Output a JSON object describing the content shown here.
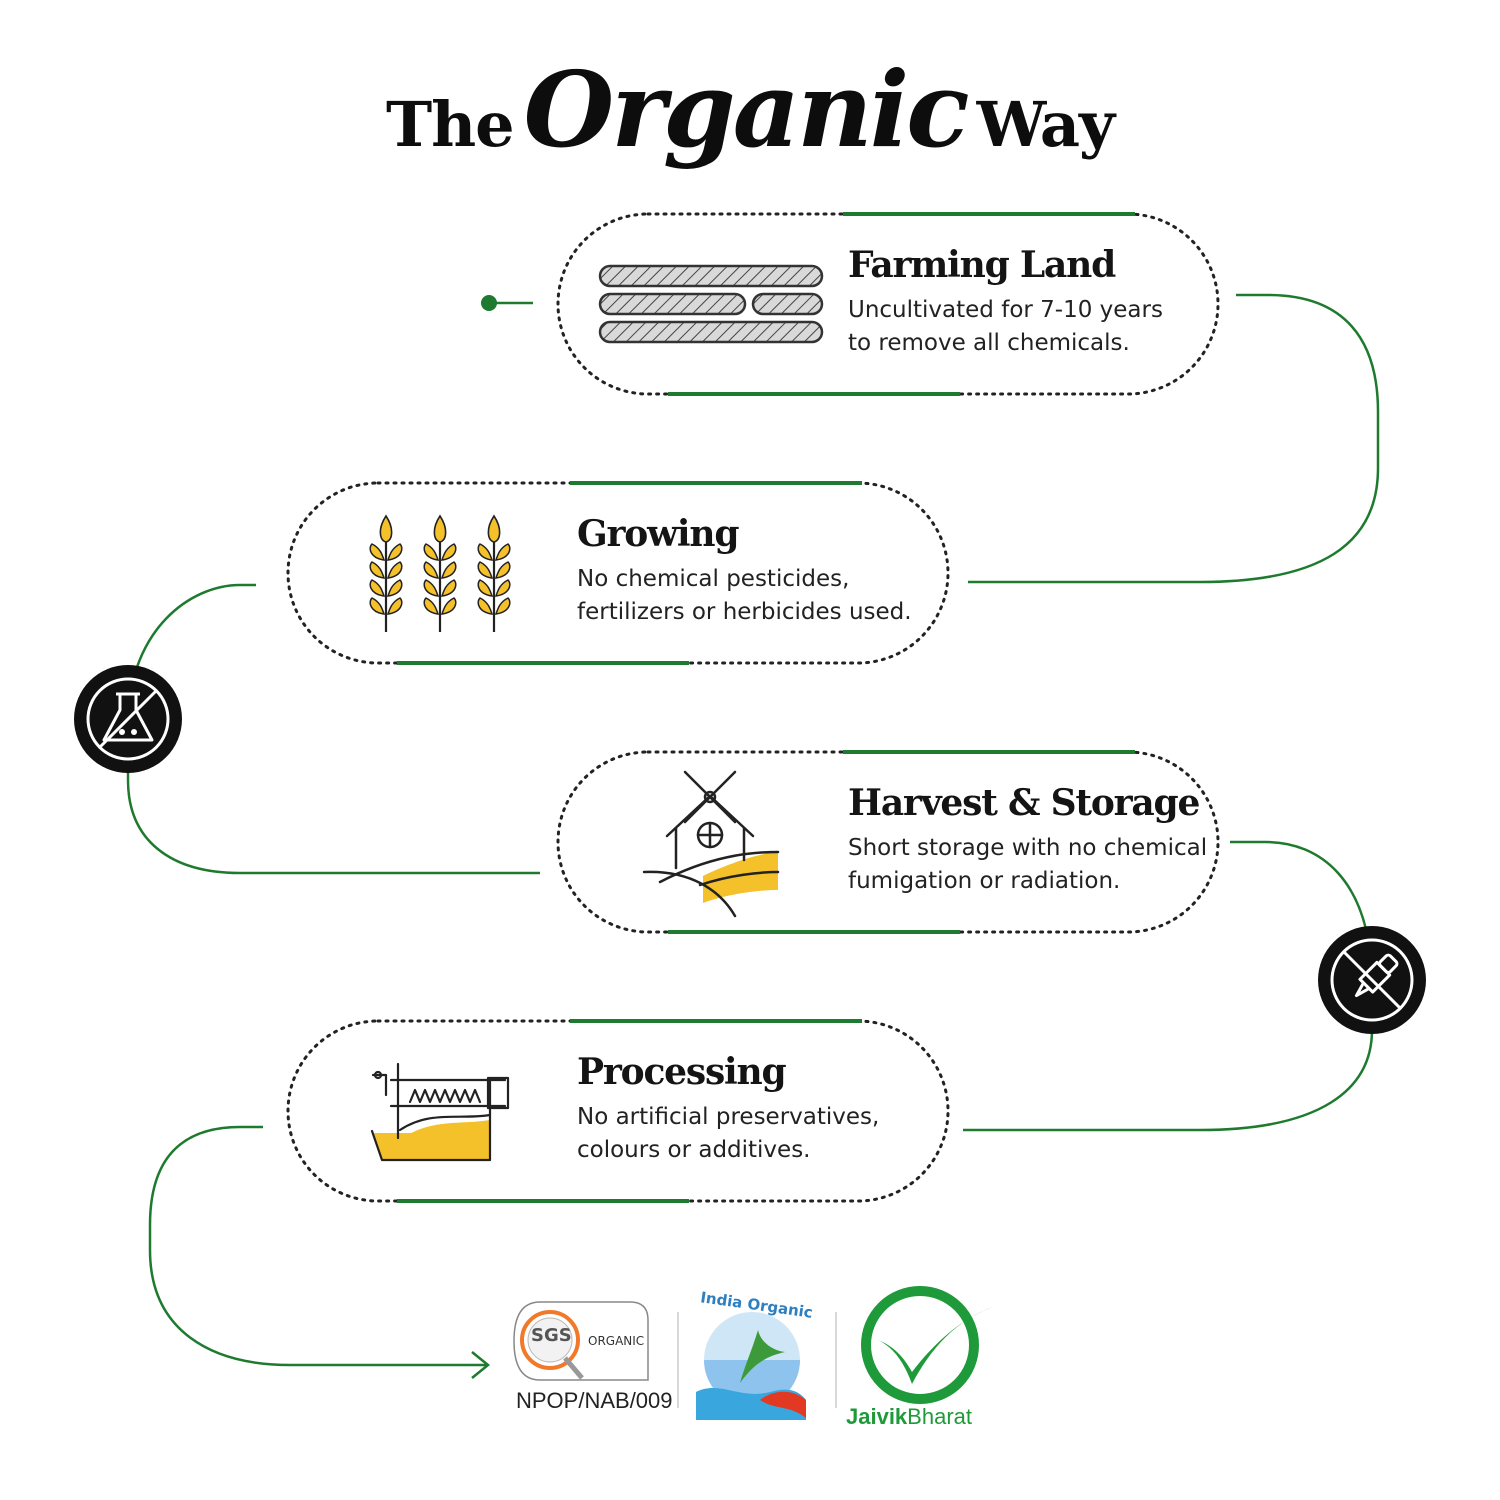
{
  "title": {
    "part1": "The",
    "part2": "Organic",
    "part3": "Way"
  },
  "colors": {
    "accent_green": "#1e7a2e",
    "yellow": "#f4c12a",
    "dark": "#111111"
  },
  "steps": [
    {
      "title": "Farming Land",
      "desc": [
        "Uncultivated for 7-10 years",
        "to remove all chemicals."
      ],
      "icon": "farmland-rows-icon"
    },
    {
      "title": "Growing",
      "desc": [
        "No chemical pesticides,",
        "fertilizers or herbicides used."
      ],
      "icon": "wheat-icon"
    },
    {
      "title": "Harvest & Storage",
      "desc": [
        "Short storage with no chemical",
        "fumigation or radiation."
      ],
      "icon": "windmill-farm-icon"
    },
    {
      "title": "Processing",
      "desc": [
        "No artificial preservatives,",
        "colours or additives."
      ],
      "icon": "processing-machine-icon"
    }
  ],
  "badges": [
    {
      "icon": "no-chemicals-flask-icon"
    },
    {
      "icon": "no-spray-dropper-icon"
    }
  ],
  "certifications": {
    "sgs": {
      "logo_text": "SGS",
      "tag": "ORGANIC",
      "code": "NPOP/NAB/009"
    },
    "india_organic": {
      "logo_text": "India Organic"
    },
    "jaivik": {
      "part1": "Jaivik",
      "part2": "Bharat"
    }
  }
}
